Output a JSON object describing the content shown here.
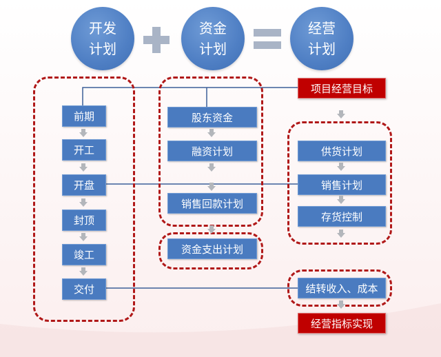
{
  "header": {
    "circle1": [
      "开发",
      "计划"
    ],
    "circle2": [
      "资金",
      "计划"
    ],
    "circle3": [
      "经营",
      "计划"
    ]
  },
  "dev_steps": [
    "前期",
    "开工",
    "开盘",
    "封顶",
    "竣工",
    "交付"
  ],
  "fund_steps": [
    "股东资金",
    "融资计划",
    "销售回款计划"
  ],
  "fund_spend": "资金支出计划",
  "ops_target": "项目经营目标",
  "ops_steps": [
    "供货计划",
    "销售计划",
    "存货控制"
  ],
  "ops_income": "结转收入、成本",
  "ops_result": "经营指标实现",
  "colors": {
    "blue": "#4a7bc0",
    "red": "#c00000",
    "dash": "#b01818",
    "arrow": "#b3b6bb"
  }
}
